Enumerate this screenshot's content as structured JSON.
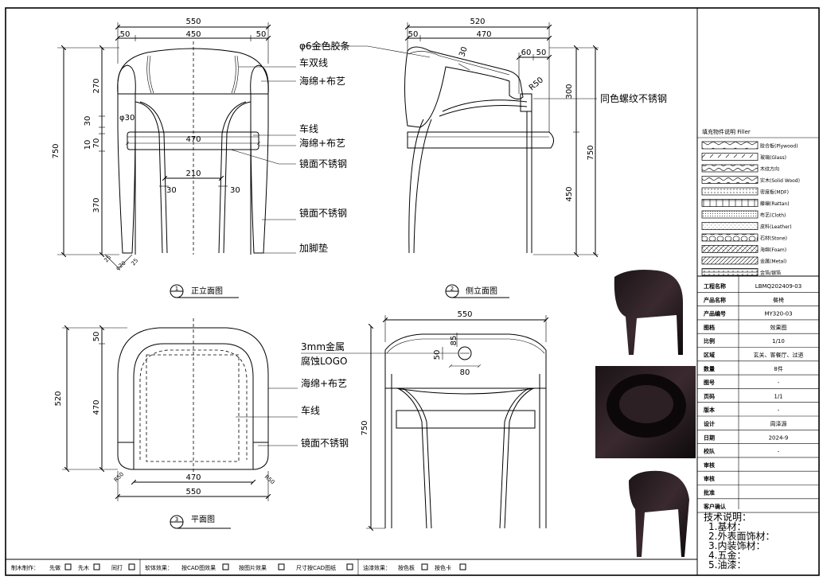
{
  "views": {
    "front": {
      "title": "正立面图",
      "num": "1",
      "dims": {
        "overall_width": "550",
        "left_arm": "50",
        "seat_inner": "450",
        "right_arm": "50",
        "height": "750",
        "back_h": "270",
        "d30": "30",
        "d10": "10",
        "d70": "70",
        "leg_h": "370",
        "seat_w": "470",
        "leg_gap": "210",
        "leg_l": "30",
        "leg_r": "30",
        "phi30": "φ30",
        "foot_a": "25",
        "foot_b": "φ20",
        "foot_c": "25"
      },
      "notes": [
        "车双线",
        "海绵+布艺",
        "车线",
        "海绵+布艺",
        "镜面不锈钢",
        "镜面不锈钢",
        "加脚垫"
      ]
    },
    "side": {
      "title": "侧立面图",
      "num": "2",
      "dims": {
        "depth": "520",
        "front_off": "50",
        "span": "470",
        "d60": "60",
        "d50": "50",
        "d30": "30",
        "r50": "R50",
        "upper": "300",
        "total": "750",
        "lower": "450"
      },
      "notes": [
        "φ6金色胶条",
        "同色螺纹不锈钢"
      ]
    },
    "plan": {
      "title": "平面图",
      "num": "3",
      "dims": {
        "depth": "520",
        "d50": "50",
        "d470": "470",
        "r50a": "R50",
        "r50b": "R50",
        "inner_w": "470",
        "width": "550"
      },
      "notes": [
        "海绵+布艺",
        "车线",
        "镜面不锈钢"
      ]
    },
    "back": {
      "dims": {
        "width": "550",
        "d50": "50",
        "d85": "85",
        "d80": "80",
        "height": "750"
      },
      "notes": [
        "3mm金属",
        "腐蚀LOGO"
      ]
    }
  },
  "legend": {
    "title": "填充物件说明   Filler",
    "items": [
      "胶合板(Plywood)",
      "玻璃(Glass)",
      "木纹方向",
      "实木(Solid Wood)",
      "密度板(MDF)",
      "藤编(Rattan)",
      "布艺(Cloth)",
      "皮料(Leather)",
      "石材(Stone)",
      "海绵(Foam)",
      "金属(Metal)",
      "金箔/银箔"
    ]
  },
  "info": [
    {
      "k": "工程名称",
      "v": "LBMQ202409-03"
    },
    {
      "k": "产品名称",
      "v": "餐椅"
    },
    {
      "k": "产品编号",
      "v": "MY320-03"
    },
    {
      "k": "图档",
      "v": "效果图"
    },
    {
      "k": "比例",
      "v": "1/10"
    },
    {
      "k": "区域",
      "v": "玄关、客餐厅、过道"
    },
    {
      "k": "数量",
      "v": "8件"
    },
    {
      "k": "图号",
      "v": "-"
    },
    {
      "k": "页码",
      "v": "1/1"
    },
    {
      "k": "版本",
      "v": "-"
    },
    {
      "k": "设计",
      "v": "周泽源"
    },
    {
      "k": "日期",
      "v": "2024-9"
    },
    {
      "k": "校队",
      "v": "-"
    },
    {
      "k": "审核",
      "v": ""
    },
    {
      "k": "审核",
      "v": ""
    },
    {
      "k": "批准",
      "v": ""
    },
    {
      "k": "客户确认",
      "v": ""
    }
  ],
  "tech": {
    "title": "技术说明：",
    "lines": [
      "1.基材：",
      "2.外表面饰材：",
      "3.内装饰材：",
      "4.五金：",
      "5.油漆："
    ]
  },
  "bottom_bar": {
    "seg1": {
      "label": "制木制作：",
      "opts": [
        "先做",
        "先木",
        "同打"
      ]
    },
    "seg2": {
      "label": "软体效果：",
      "opts": [
        "按CAD图效果",
        "按图片效果",
        "尺寸按CAD图纸"
      ]
    },
    "seg3": {
      "label": "油漆效果：",
      "opts": [
        "按色板",
        "按色卡"
      ]
    }
  }
}
